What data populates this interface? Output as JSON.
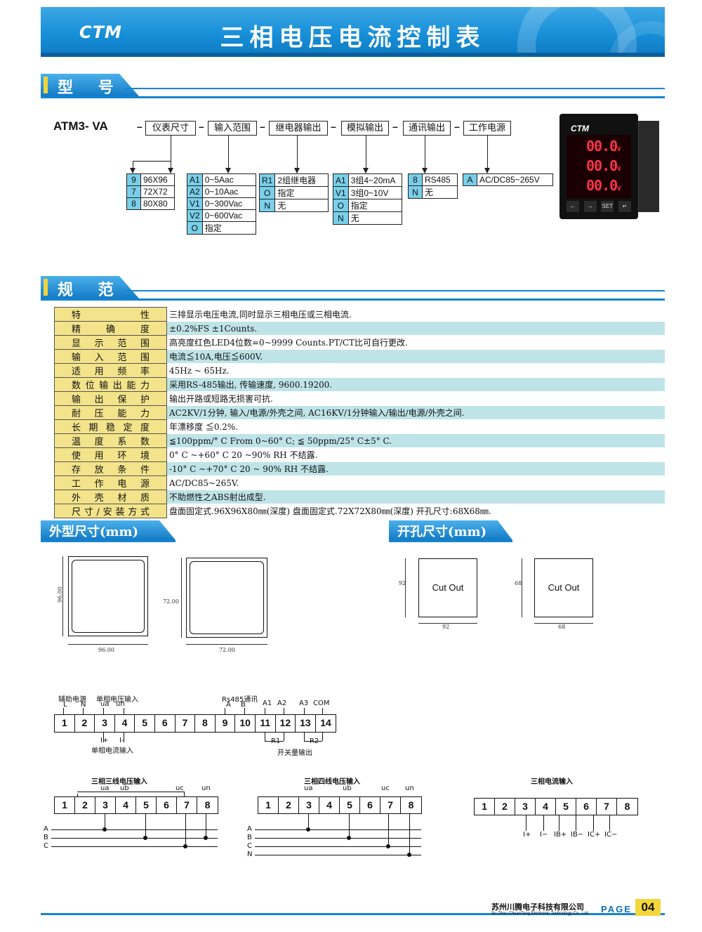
{
  "header": {
    "logo": "CTM",
    "title": "三相电压电流控制表"
  },
  "sections": {
    "model": "型 号",
    "spec": "规 范",
    "outline": "外型尺寸(mm)",
    "cutout": "开孔尺寸(mm)"
  },
  "model": {
    "prefix": "ATM3- VA",
    "boxes": [
      "仪表尺寸",
      "输入范围",
      "继电器输出",
      "模拟输出",
      "通讯输出",
      "工作电源"
    ],
    "size_options": [
      [
        "9",
        "96X96"
      ],
      [
        "7",
        "72X72"
      ],
      [
        "8",
        "80X80"
      ]
    ],
    "input_options": [
      [
        "A1",
        "0~5Aac"
      ],
      [
        "A2",
        "0~10Aac"
      ],
      [
        "V1",
        "0~300Vac"
      ],
      [
        "V2",
        "0~600Vac"
      ],
      [
        "O",
        "指定"
      ]
    ],
    "relay_options": [
      [
        "R1",
        "2组继电器"
      ],
      [
        "O",
        "指定"
      ],
      [
        "N",
        "无"
      ]
    ],
    "analog_options": [
      [
        "A1",
        "3组4~20mA"
      ],
      [
        "V1",
        "3组0~10V"
      ],
      [
        "O",
        "指定"
      ],
      [
        "N",
        "无"
      ]
    ],
    "comm_options": [
      [
        "8",
        "RS485"
      ],
      [
        "N",
        "无"
      ]
    ],
    "power_options": [
      [
        "A",
        "AC/DC85~265V"
      ]
    ]
  },
  "meter": {
    "brand": "CTM",
    "digits": [
      "00.0",
      "00.0",
      "00.0"
    ],
    "unit": "V",
    "buttons": [
      "←",
      "→",
      "SET",
      "↵"
    ]
  },
  "spec": [
    [
      "特性",
      "三排显示电压电流,同时显示三相电压或三相电流."
    ],
    [
      "精确度",
      "±0.2%FS ±1Counts."
    ],
    [
      "显示范围",
      "高亮度红色LED4位数=0~9999 Counts.PT/CT比可自行更改."
    ],
    [
      "输入范围",
      "电流≦10A,电压≦600V."
    ],
    [
      "适用频率",
      "45Hz ~ 65Hz."
    ],
    [
      "数位输出能力",
      "采用RS-485输出, 传输速度, 9600.19200."
    ],
    [
      "输出保护",
      "输出开路或短路无损害可抗."
    ],
    [
      "耐压能力",
      "AC2KV/1分钟, 输入/电源/外壳之间, AC16KV/1分钟输入/输出/电源/外壳之间."
    ],
    [
      "长期稳定度",
      "年漂移度 ≦0.2%."
    ],
    [
      "温度系数",
      "≦100ppm/° C From 0~60° C;   ≦ 50ppm/25° C±5° C."
    ],
    [
      "使用环境",
      "0° C ~+60° C   20 ~90% RH 不结露."
    ],
    [
      "存放条件",
      "-10° C ~+70° C    20 ~ 90% RH 不结露."
    ],
    [
      "工作电源",
      "AC/DC85~265V."
    ],
    [
      "外壳材质",
      "不助燃性之ABS射出成型."
    ],
    [
      "尺寸/安装方式",
      "盘面固定式.96X96X80㎜(深度)      盘面固定式.72X72X80㎜(深度)      开孔尺寸:68X68㎜."
    ]
  ],
  "outline": [
    {
      "w": "96.00",
      "h": "96.00"
    },
    {
      "w": "72.00",
      "h": "72.00"
    }
  ],
  "cutout": [
    {
      "label": "Cut Out",
      "w": "92",
      "h": "92"
    },
    {
      "label": "Cut Out",
      "w": "68",
      "h": "68"
    }
  ],
  "main_wiring": {
    "terminals": [
      "1",
      "2",
      "3",
      "4",
      "5",
      "6",
      "7",
      "8",
      "9",
      "10",
      "11",
      "12",
      "13",
      "14"
    ],
    "labels": {
      "aux": "辅助电源",
      "L": "L",
      "N": "N",
      "single_v": "单相电压输入",
      "ua": "ua",
      "un": "un",
      "rs485": "Rs485通讯",
      "A": "A",
      "B": "B",
      "a1": "A1",
      "a2": "A2",
      "a3": "A3",
      "com": "COM",
      "iplus": "I+",
      "iminus": "I-",
      "single_i": "单相电流输入",
      "r1": "R1",
      "r2": "R2",
      "switch_out": "开关量输出"
    }
  },
  "w3": {
    "title": "三相三线电压输入",
    "terminals": [
      "1",
      "2",
      "3",
      "4",
      "5",
      "6",
      "7",
      "8"
    ],
    "top": [
      "ua",
      "ub",
      "uc",
      "un"
    ],
    "phases": [
      "A",
      "B",
      "C"
    ]
  },
  "w4": {
    "title": "三相四线电压输入",
    "terminals": [
      "1",
      "2",
      "3",
      "4",
      "5",
      "6",
      "7",
      "8"
    ],
    "top": [
      "ua",
      "ub",
      "uc",
      "un"
    ],
    "phases": [
      "A",
      "B",
      "C",
      "N"
    ]
  },
  "wi": {
    "title": "三相电流输入",
    "terminals": [
      "1",
      "2",
      "3",
      "4",
      "5",
      "6",
      "7",
      "8"
    ],
    "bottom": [
      "I+",
      "I−",
      "IB+",
      "IB−",
      "IC+",
      "IC−"
    ]
  },
  "footer": {
    "company": "苏州川腾电子科技有限公司",
    "company_en": "Su Zhou ChuanTeng Electronic Technology Co., Ltd.",
    "page_label": "PAGE",
    "page_num": "04"
  }
}
